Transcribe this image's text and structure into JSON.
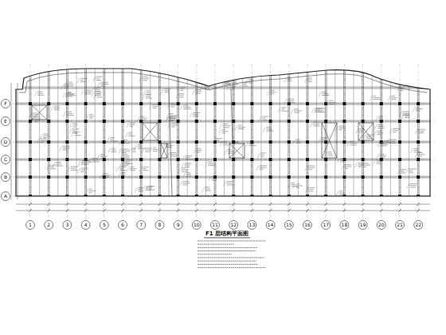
{
  "diagram": {
    "caption": "F1 层结构平面图",
    "labels": [
      "1",
      "2",
      "3",
      "4",
      "5",
      "6",
      "7",
      "8",
      "9",
      "10",
      "11",
      "12",
      "13",
      "14",
      "15",
      "16",
      "17",
      "18",
      "19",
      "20",
      "21",
      "22",
      "A",
      "B",
      "C",
      "D",
      "E",
      "F"
    ]
  }
}
